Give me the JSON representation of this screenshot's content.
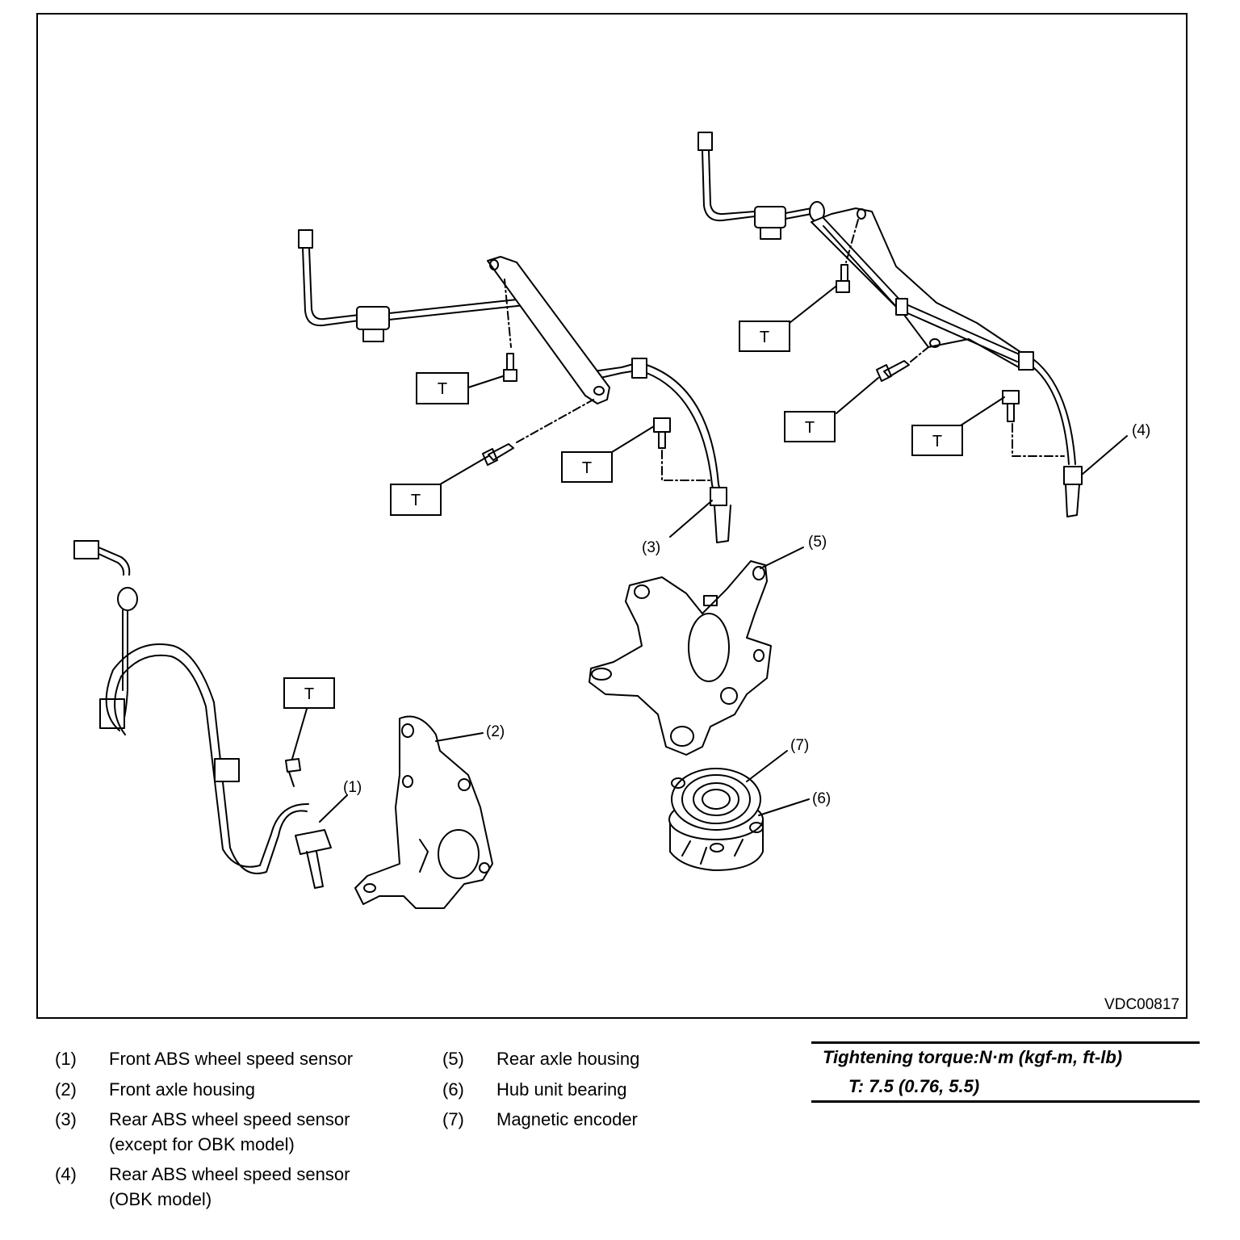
{
  "figure": {
    "id": "VDC00817"
  },
  "torque_mark": "T",
  "callouts": [
    "(1)",
    "(2)",
    "(3)",
    "(4)",
    "(5)",
    "(6)",
    "(7)"
  ],
  "legend": {
    "left": [
      {
        "num": "(1)",
        "lines": [
          "Front ABS wheel speed sensor"
        ]
      },
      {
        "num": "(2)",
        "lines": [
          "Front axle housing"
        ]
      },
      {
        "num": "(3)",
        "lines": [
          "Rear ABS wheel speed sensor",
          "(except for OBK model)"
        ]
      },
      {
        "num": "(4)",
        "lines": [
          "Rear ABS wheel speed sensor",
          "(OBK model)"
        ]
      }
    ],
    "right": [
      {
        "num": "(5)",
        "lines": [
          "Rear axle housing"
        ]
      },
      {
        "num": "(6)",
        "lines": [
          "Hub unit bearing"
        ]
      },
      {
        "num": "(7)",
        "lines": [
          "Magnetic encoder"
        ]
      }
    ]
  },
  "torque": {
    "title": "Tightening torque:N·m (kgf-m, ft-lb)",
    "value": "T:   7.5 (0.76, 5.5)"
  }
}
